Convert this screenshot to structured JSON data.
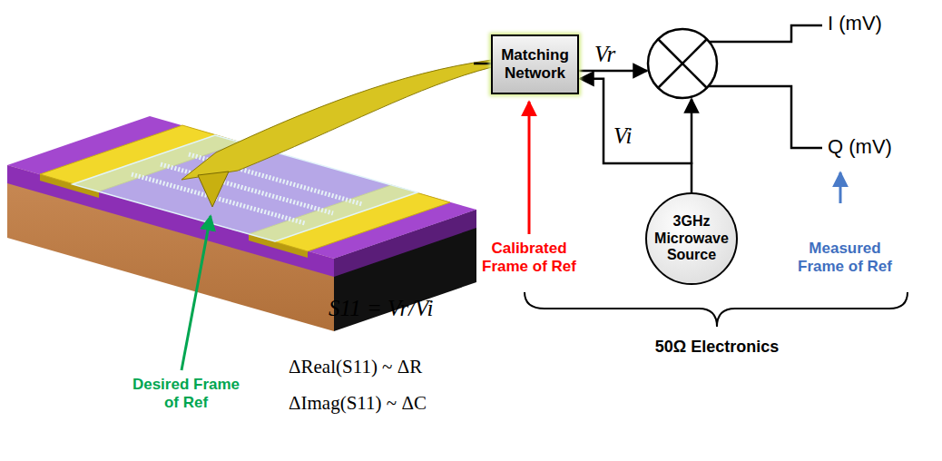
{
  "diagram": {
    "nodes": [
      {
        "text": [
          "Matching Network"
        ]
      },
      {
        "text": [
          "3GHz Microwave Source"
        ]
      }
    ],
    "edges": [
      {
        "from": 1,
        "to": 0,
        "arrow": "to",
        "label": "Vi"
      }
    ],
    "labels": [
      "Vr",
      "I (mV)",
      "Q (mV)",
      "Calibrated Frame of Ref",
      "Measured Frame of Ref",
      "Desired Frame of Ref",
      "50Ω Electronics",
      "S11 = Vr/Vi",
      "ΔReal(S11) ~ ΔR",
      "ΔImag(S11) ~ ΔC"
    ]
  }
}
